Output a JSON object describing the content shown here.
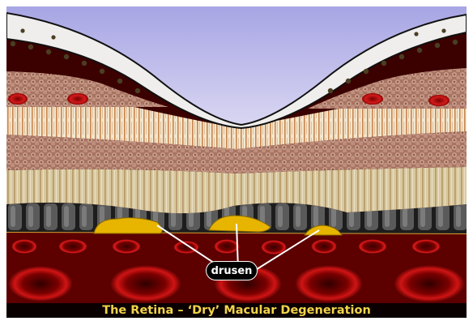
{
  "diagram": {
    "title": "The Retina – ‘Dry’ Macular Degeneration",
    "labels": [
      {
        "id": "drusen",
        "text": "drusen"
      }
    ],
    "colors": {
      "sky": "#b9b7ec",
      "nerve_fiber": "#e9e7e7",
      "ganglion": "#b98878",
      "photoreceptor_band": "#f2e3c8",
      "rpe": "#3a3a3a",
      "drusen": "#e7b400",
      "choroid": "#5c0000",
      "caption_text": "#f3d44a"
    }
  }
}
